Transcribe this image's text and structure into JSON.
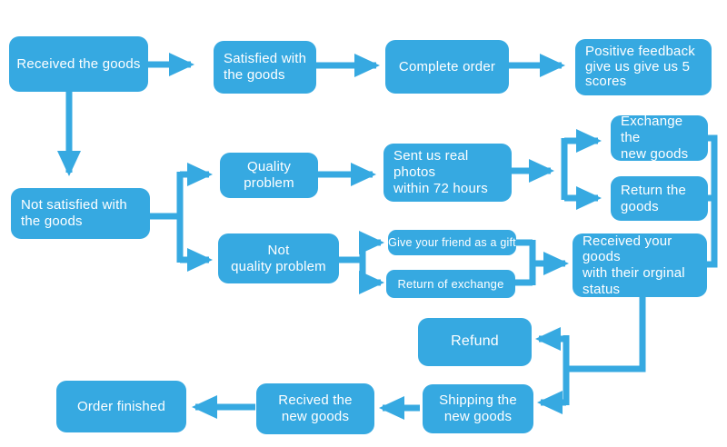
{
  "diagram": {
    "accent_color": "#36A9E1",
    "background_color": "#ffffff",
    "text_color": "#ffffff",
    "nodes": {
      "received": {
        "label": "Received the goods"
      },
      "satisfied": {
        "label": "Satisfied with\nthe goods"
      },
      "complete": {
        "label": "Complete order"
      },
      "feedback": {
        "label": "Positive feedback\ngive us give us 5\nscores"
      },
      "notSatisfied": {
        "label": "Not satisfied with\nthe goods"
      },
      "quality": {
        "label": "Quality problem"
      },
      "notQuality": {
        "label": "Not\nquality problem"
      },
      "photos": {
        "label": "Sent us real photos\nwithin 72 hours"
      },
      "exchange": {
        "label": "Exchange the\nnew goods"
      },
      "returnGoods": {
        "label": "Return the\ngoods"
      },
      "gift": {
        "label": "Give your friend as a gift"
      },
      "returnExchange": {
        "label": "Return of exchange"
      },
      "receivedStatus": {
        "label": "Received your goods\nwith their orginal\nstatus"
      },
      "refund": {
        "label": "Refund"
      },
      "shipping": {
        "label": "Shipping the\nnew goods"
      },
      "recived": {
        "label": "Recived the\nnew goods"
      },
      "orderFinished": {
        "label": "Order finished"
      }
    },
    "edges": [
      {
        "from": "received",
        "to": "satisfied"
      },
      {
        "from": "satisfied",
        "to": "complete"
      },
      {
        "from": "complete",
        "to": "feedback"
      },
      {
        "from": "received",
        "to": "notSatisfied"
      },
      {
        "from": "notSatisfied",
        "to": "quality"
      },
      {
        "from": "notSatisfied",
        "to": "notQuality"
      },
      {
        "from": "quality",
        "to": "photos"
      },
      {
        "from": "photos",
        "to": "exchange"
      },
      {
        "from": "photos",
        "to": "returnGoods"
      },
      {
        "from": "exchange",
        "to": "receivedStatus"
      },
      {
        "from": "returnGoods",
        "to": "receivedStatus"
      },
      {
        "from": "notQuality",
        "to": "gift"
      },
      {
        "from": "notQuality",
        "to": "returnExchange"
      },
      {
        "from": "gift",
        "to": "receivedStatus"
      },
      {
        "from": "returnExchange",
        "to": "receivedStatus"
      },
      {
        "from": "receivedStatus",
        "to": "refund"
      },
      {
        "from": "receivedStatus",
        "to": "shipping"
      },
      {
        "from": "shipping",
        "to": "recived"
      },
      {
        "from": "recived",
        "to": "orderFinished"
      }
    ]
  }
}
